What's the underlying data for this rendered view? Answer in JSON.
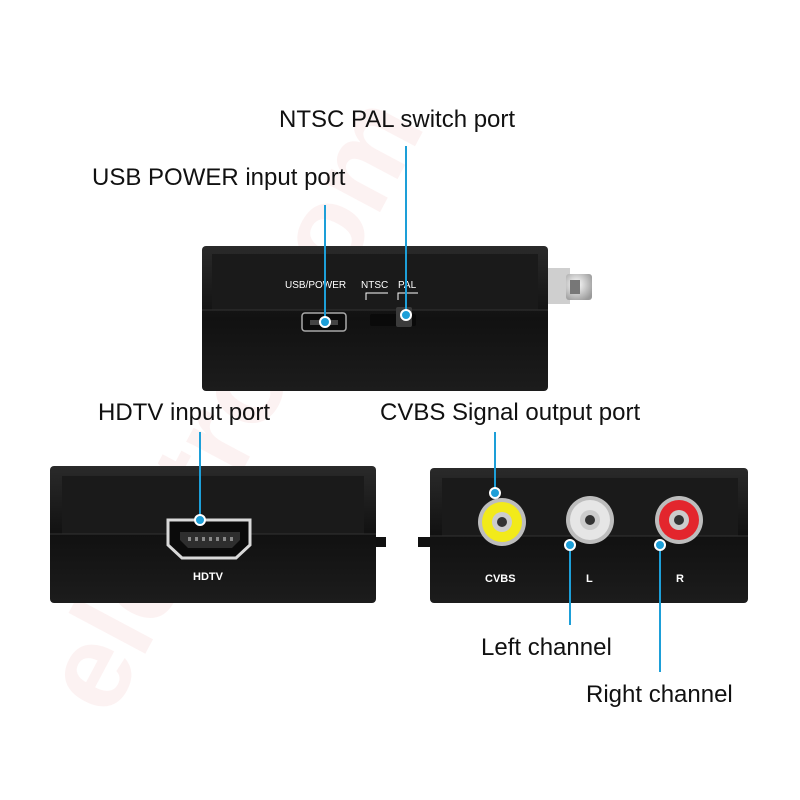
{
  "watermark": "electro.com",
  "callouts": {
    "ntsc_pal": "NTSC PAL switch port",
    "usb_power": "USB POWER input port",
    "hdtv": "HDTV input port",
    "cvbs": "CVBS Signal output port",
    "left": "Left channel",
    "right": "Right channel"
  },
  "panel_labels": {
    "usb_power": "USB/POWER",
    "ntsc": "NTSC",
    "pal": "PAL",
    "hdtv": "HDTV",
    "cvbs": "CVBS",
    "l": "L",
    "r": "R"
  },
  "colors": {
    "callout_line": "#1d9fd8",
    "device_body": "#151515",
    "cvbs_jack": "#f2ea1a",
    "left_jack": "#e6e6e6",
    "right_jack": "#e3262d"
  }
}
